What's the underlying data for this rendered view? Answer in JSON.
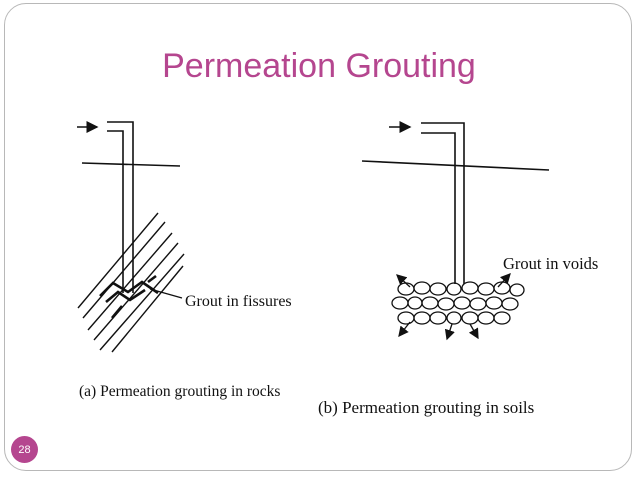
{
  "slide": {
    "title": "Permeation Grouting",
    "page_number": "28",
    "accent_color": "#b5468f"
  },
  "figure_a": {
    "label_grout": "Grout in fissures",
    "caption": "(a) Permeation grouting in rocks"
  },
  "figure_b": {
    "label_grout": "Grout in voids",
    "caption": "(b) Permeation grouting in soils"
  }
}
